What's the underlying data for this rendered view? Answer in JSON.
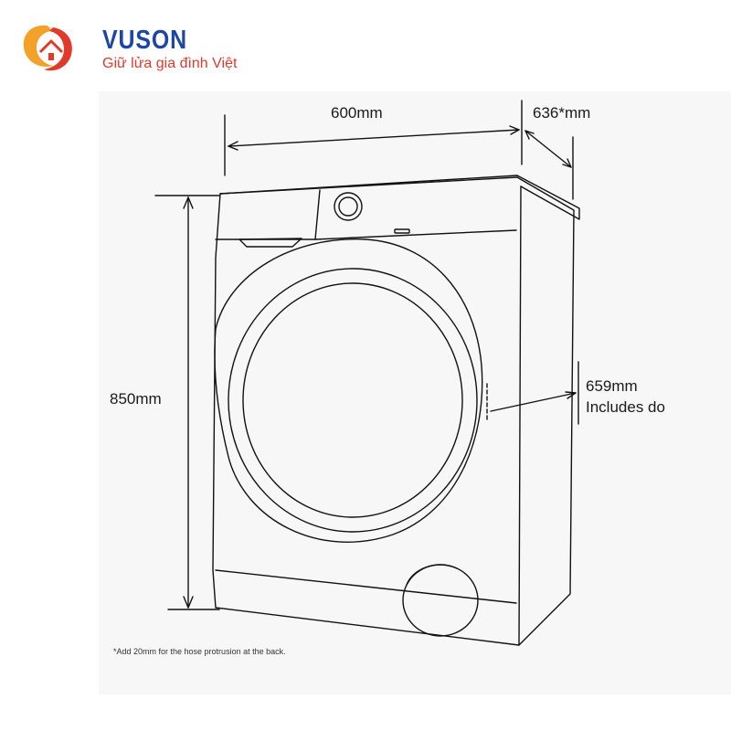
{
  "brand": {
    "name": "VUSON",
    "slogan": "Giữ lửa gia đình Việt",
    "colors": {
      "primary": "#1e46a8",
      "accent": "#e23a2a",
      "secondary": "#f4a12a"
    },
    "logo_icon": "house-swirl-icon"
  },
  "dimensions": {
    "width": "600mm",
    "depth": "636*mm",
    "height": "850mm",
    "door_depth": "659mm",
    "door_depth_note": "Includes do"
  },
  "footnote": "*Add 20mm for the hose protrusion at the back.",
  "colors": {
    "line": "#111111",
    "panel": "#f7f7f7"
  }
}
